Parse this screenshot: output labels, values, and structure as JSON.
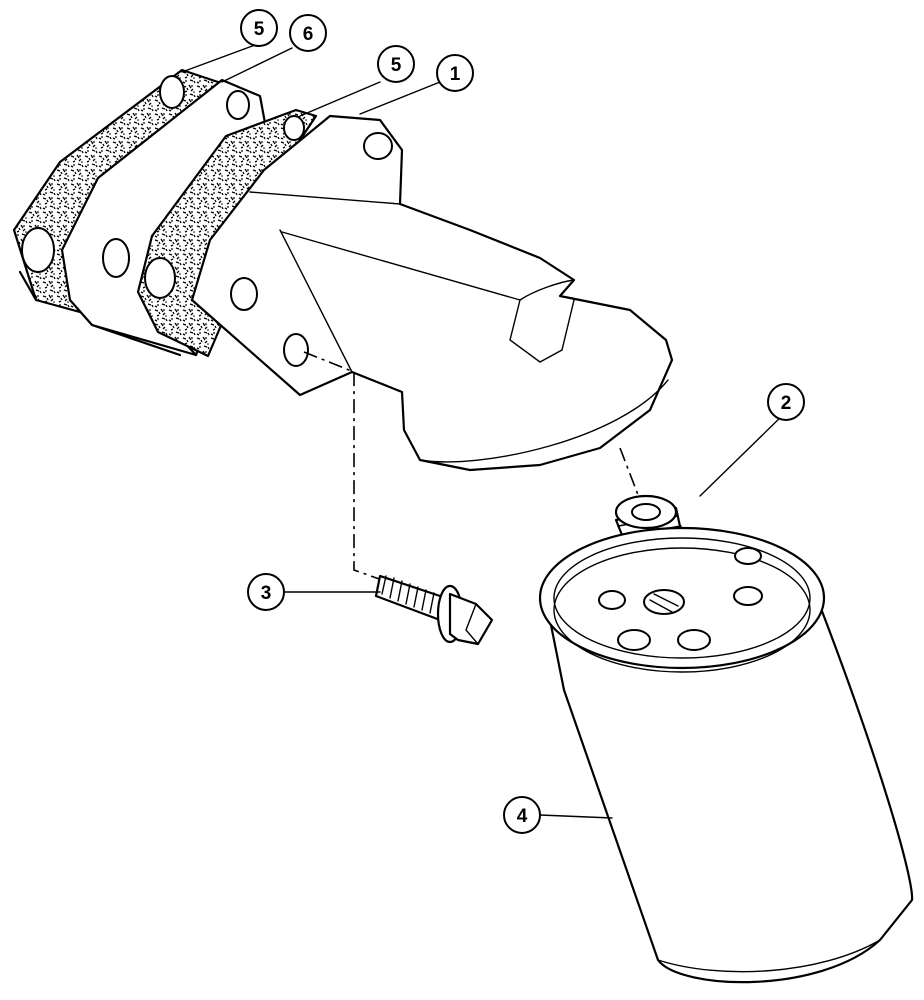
{
  "callouts": [
    {
      "label": "5"
    },
    {
      "label": "6"
    },
    {
      "label": "5"
    },
    {
      "label": "1"
    },
    {
      "label": "2"
    },
    {
      "label": "3"
    },
    {
      "label": "4"
    }
  ]
}
